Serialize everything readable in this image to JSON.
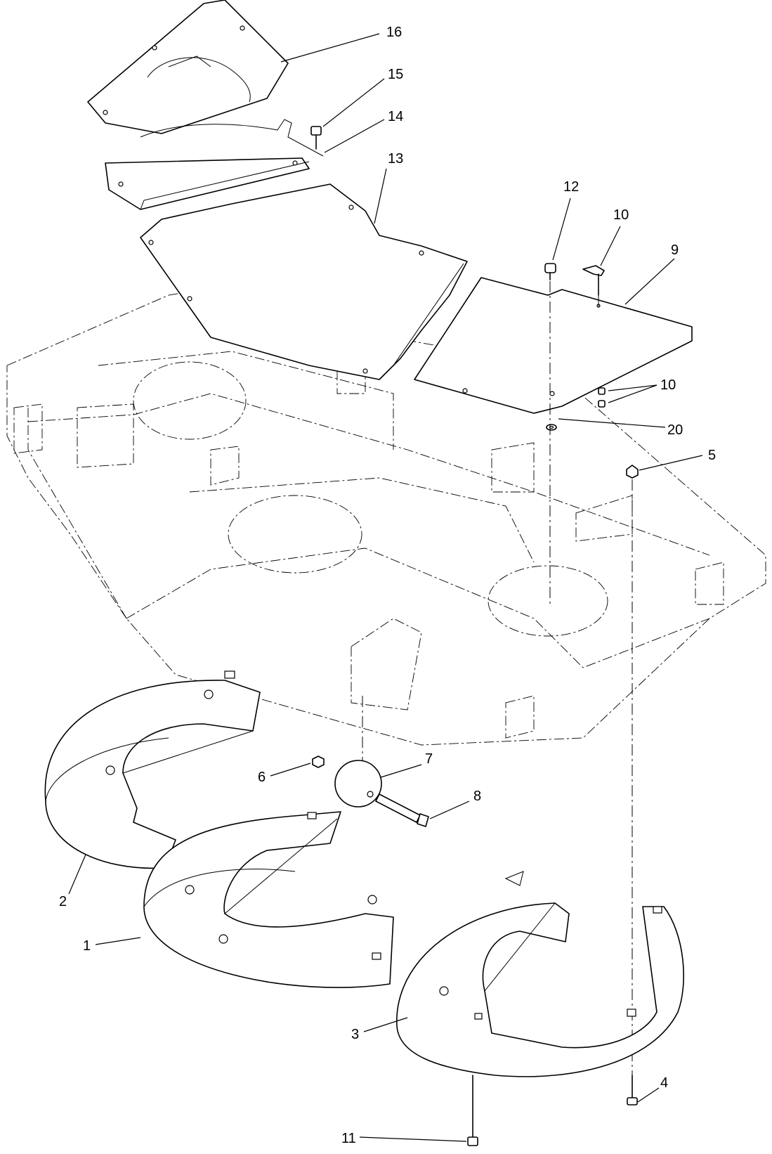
{
  "callouts": {
    "c1": "1",
    "c2": "2",
    "c3": "3",
    "c4": "4",
    "c5": "5",
    "c6": "6",
    "c7": "7",
    "c8": "8",
    "c9": "9",
    "c10a": "10",
    "c10b": "10",
    "c11": "11",
    "c12": "12",
    "c13": "13",
    "c14": "14",
    "c15": "15",
    "c16": "16",
    "c20": "20"
  }
}
